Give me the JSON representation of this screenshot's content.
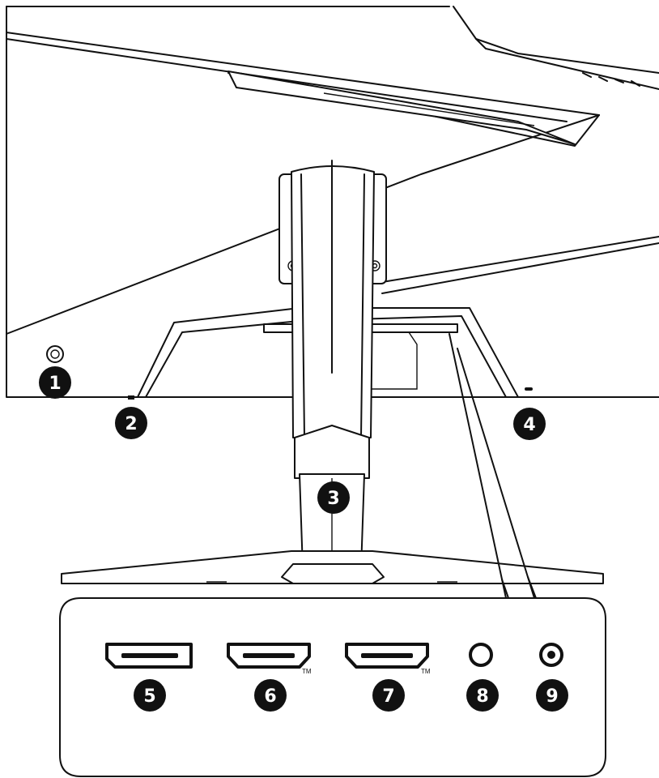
{
  "callouts": [
    {
      "number": "1"
    },
    {
      "number": "2"
    },
    {
      "number": "3"
    },
    {
      "number": "4"
    },
    {
      "number": "5"
    },
    {
      "number": "6"
    },
    {
      "number": "7"
    },
    {
      "number": "8"
    },
    {
      "number": "9"
    }
  ],
  "ports": {
    "hdmi_1_mark": "TM",
    "hdmi_2_mark": "TM"
  },
  "colors": {
    "line": "#111111",
    "badge": "#111111",
    "background": "#ffffff"
  },
  "icons": [
    "displayport-icon",
    "hdmi-icon",
    "hdmi-icon",
    "power-jack-icon",
    "audio-jack-icon"
  ]
}
